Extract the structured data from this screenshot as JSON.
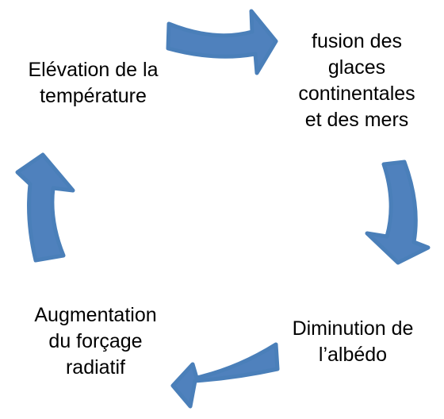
{
  "diagram": {
    "type": "cycle",
    "arrow_color": "#4f81bd",
    "text_color": "#000000",
    "nodes": [
      {
        "lines": [
          "fusion des",
          "glaces",
          "continentales",
          "et des mers"
        ]
      },
      {
        "lines": [
          "Diminution de",
          "l’albédo"
        ]
      },
      {
        "lines": [
          "Augmentation",
          "du forçage",
          "radiatif"
        ]
      },
      {
        "lines": [
          "Elévation de la",
          "température"
        ]
      }
    ],
    "arrows": [
      "top-arrow",
      "right-arrow",
      "bottom-arrow",
      "left-arrow"
    ]
  }
}
